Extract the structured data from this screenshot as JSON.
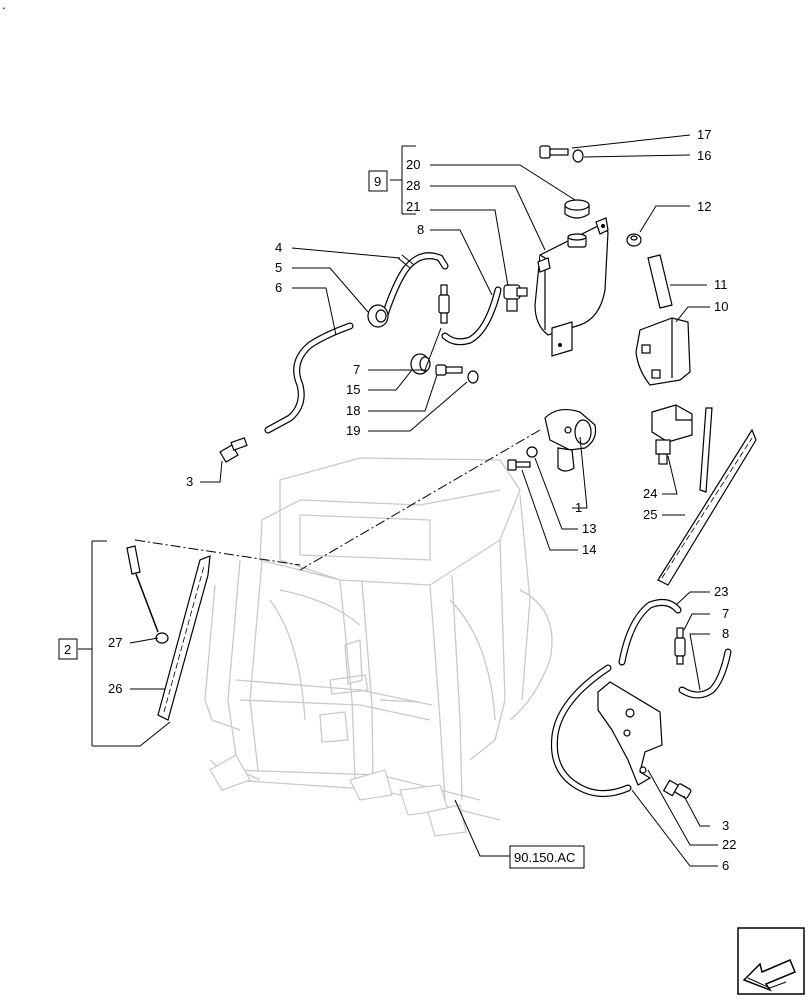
{
  "callouts": {
    "n1": "1",
    "n2": "2",
    "n3a": "3",
    "n3b": "3",
    "n4": "4",
    "n5": "5",
    "n6a": "6",
    "n6b": "6",
    "n7a": "7",
    "n7b": "7",
    "n8a": "8",
    "n8b": "8",
    "n9": "9",
    "n10": "10",
    "n11": "11",
    "n12": "12",
    "n13": "13",
    "n14": "14",
    "n15": "15",
    "n16": "16",
    "n17": "17",
    "n18": "18",
    "n19": "19",
    "n20": "20",
    "n21": "21",
    "n22": "22",
    "n23": "23",
    "n24": "24",
    "n25": "25",
    "n26": "26",
    "n27": "27",
    "n28": "28"
  },
  "reference": "90.150.AC",
  "top_mark": "."
}
